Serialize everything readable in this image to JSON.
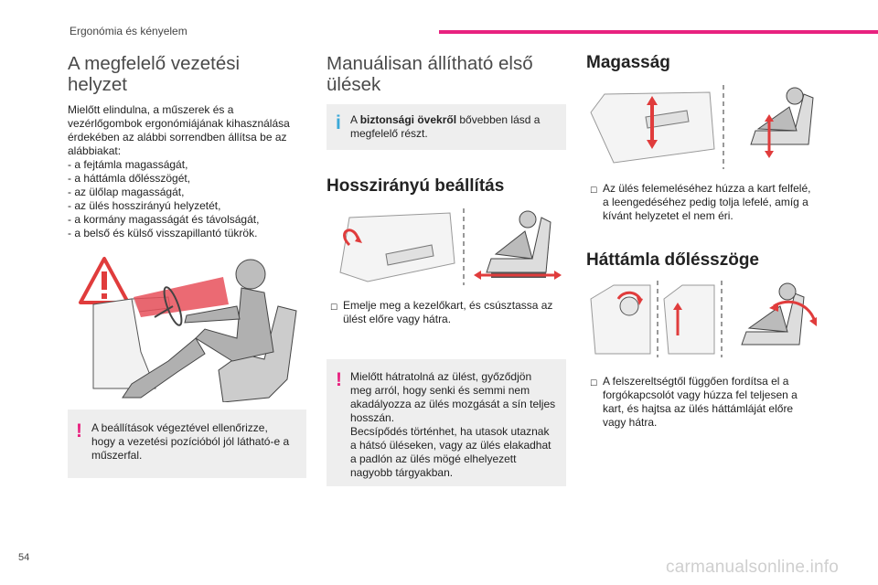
{
  "header": {
    "section": "Ergonómia és kényelem",
    "accent": "#e8217f"
  },
  "col1": {
    "title_line1": "A megfelelő vezetési",
    "title_line2": "helyzet",
    "intro": [
      "Mielőtt elindulna, a műszerek és a",
      "vezérlőgombok ergonómiájának kihasználása",
      "érdekében az alábbi sorrendben állítsa be az",
      "alábbiakat:"
    ],
    "items": [
      "-   a fejtámla magasságát,",
      "-   a háttámla dőlésszögét,",
      "-   az ülőlap magasságát,",
      "-   az ülés hosszirányú helyzetét,",
      "-   a kormány magasságát és távolságát,",
      "-   a belső és külső visszapillantó tükrök."
    ],
    "warning": [
      "A beállítások végeztével ellenőrizze,",
      "hogy a vezetési pozícióból jól látható-e a",
      "műszerfal."
    ]
  },
  "col2": {
    "title_line1": "Manuálisan állítható első",
    "title_line2": "ülések",
    "info_pre": "A ",
    "info_bold": "biztonsági övekről",
    "info_post": " bővebben lásd a",
    "info_line2": "megfelelő részt.",
    "subtitle": "Hosszirányú beállítás",
    "instruction": [
      "Emelje meg a kezelőkart, és csúsztassa az",
      "ülést előre vagy hátra."
    ],
    "warning": [
      "Mielőtt hátratolná az ülést, győződjön",
      "meg arról, hogy senki és semmi nem",
      "akadályozza az ülés mozgását a sín teljes",
      "hosszán.",
      "Becsípődés történhet, ha utasok utaznak",
      "a hátsó üléseken, vagy az ülés elakadhat",
      "a padlón az ülés mögé elhelyezett",
      "nagyobb tárgyakban."
    ]
  },
  "col3": {
    "subtitle1": "Magasság",
    "instruction1": [
      "Az ülés felemeléséhez húzza a kart felfelé,",
      "a leengedéséhez pedig tolja lefelé, amíg a",
      "kívánt helyzetet el nem éri."
    ],
    "subtitle2": "Háttámla dőlésszöge",
    "instruction2": [
      "A felszereltségtől függően fordítsa el a",
      "forgókapcsolót vagy húzza fel teljesen a",
      "kart, és hajtsa az ülés háttámláját előre",
      "vagy hátra."
    ]
  },
  "footer": {
    "page_number": "54",
    "watermark": "carmanualsonline.info"
  },
  "icons": {
    "bullet": "checkbox-arrow-icon",
    "warning": "exclamation-icon",
    "info": "info-icon"
  }
}
